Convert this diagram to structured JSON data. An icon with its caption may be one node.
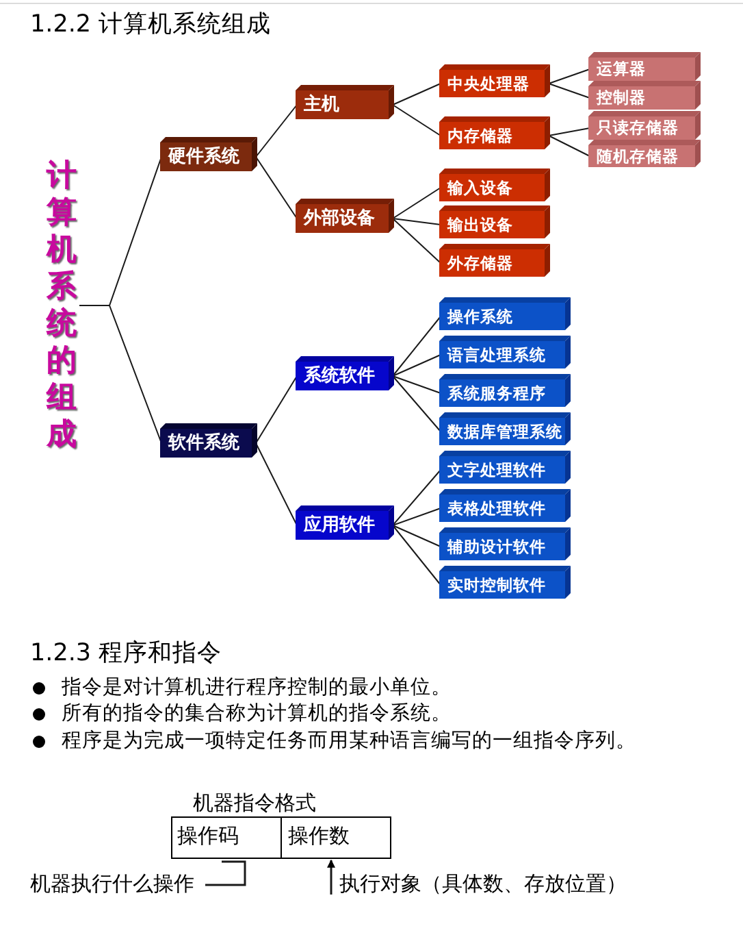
{
  "diagram": {
    "title": "1.2.2 计算机系统组成",
    "nodes": [
      {
        "text": [
          "计算机系统的组成"
        ]
      },
      {
        "text": [
          "硬件系统"
        ]
      },
      {
        "text": [
          "主机"
        ]
      },
      {
        "text": [
          "中央处理器"
        ]
      },
      {
        "text": [
          "运算器"
        ]
      },
      {
        "text": [
          "控制器"
        ]
      },
      {
        "text": [
          "内存储器"
        ]
      },
      {
        "text": [
          "只读存储器"
        ]
      },
      {
        "text": [
          "随机存储器"
        ]
      },
      {
        "text": [
          "外部设备"
        ]
      },
      {
        "text": [
          "输入设备"
        ]
      },
      {
        "text": [
          "输出设备"
        ]
      },
      {
        "text": [
          "外存储器"
        ]
      },
      {
        "text": [
          "软件系统"
        ]
      },
      {
        "text": [
          "系统软件"
        ]
      },
      {
        "text": [
          "操作系统"
        ]
      },
      {
        "text": [
          "语言处理系统"
        ]
      },
      {
        "text": [
          "系统服务程序"
        ]
      },
      {
        "text": [
          "数据库管理系统"
        ]
      },
      {
        "text": [
          "应用软件"
        ]
      },
      {
        "text": [
          "文字处理软件"
        ]
      },
      {
        "text": [
          "表格处理软件"
        ]
      },
      {
        "text": [
          "辅助设计软件"
        ]
      },
      {
        "text": [
          "实时控制软件"
        ]
      },
      {
        "text": [
          "机器指令格式"
        ]
      },
      {
        "text": [
          "操作码"
        ],
        "in": 24
      },
      {
        "text": [
          "操作数"
        ],
        "in": 24
      },
      {
        "text": [
          "机器执行什么操作"
        ]
      },
      {
        "text": [
          "执行对象（具体数、存放位置）"
        ]
      }
    ],
    "edges": [
      {
        "from": 0,
        "to": 1,
        "arrow": "none"
      },
      {
        "from": 0,
        "to": 13,
        "arrow": "none"
      },
      {
        "from": 1,
        "to": 2,
        "arrow": "none"
      },
      {
        "from": 1,
        "to": 9,
        "arrow": "none"
      },
      {
        "from": 2,
        "to": 3,
        "arrow": "none"
      },
      {
        "from": 2,
        "to": 6,
        "arrow": "none"
      },
      {
        "from": 3,
        "to": 4,
        "arrow": "none"
      },
      {
        "from": 3,
        "to": 5,
        "arrow": "none"
      },
      {
        "from": 6,
        "to": 7,
        "arrow": "none"
      },
      {
        "from": 6,
        "to": 8,
        "arrow": "none"
      },
      {
        "from": 9,
        "to": 10,
        "arrow": "none"
      },
      {
        "from": 9,
        "to": 11,
        "arrow": "none"
      },
      {
        "from": 9,
        "to": 12,
        "arrow": "none"
      },
      {
        "from": 13,
        "to": 14,
        "arrow": "none"
      },
      {
        "from": 13,
        "to": 19,
        "arrow": "none"
      },
      {
        "from": 14,
        "to": 15,
        "arrow": "none"
      },
      {
        "from": 14,
        "to": 16,
        "arrow": "none"
      },
      {
        "from": 14,
        "to": 17,
        "arrow": "none"
      },
      {
        "from": 14,
        "to": 18,
        "arrow": "none"
      },
      {
        "from": 19,
        "to": 20,
        "arrow": "none"
      },
      {
        "from": 19,
        "to": 21,
        "arrow": "none"
      },
      {
        "from": 19,
        "to": 22,
        "arrow": "none"
      },
      {
        "from": 19,
        "to": 23,
        "arrow": "none"
      },
      {
        "from": 27,
        "to": 25,
        "arrow": "none"
      },
      {
        "from": 28,
        "to": 26,
        "arrow": "to"
      }
    ],
    "labels": [
      "1.2.3 程序和指令",
      "指令是对计算机进行程序控制的最小单位。",
      "所有的指令的集合称为计算机的指令系统。",
      "程序是为完成一项特定任务而用某种语言编写的一组指令序列。"
    ]
  }
}
